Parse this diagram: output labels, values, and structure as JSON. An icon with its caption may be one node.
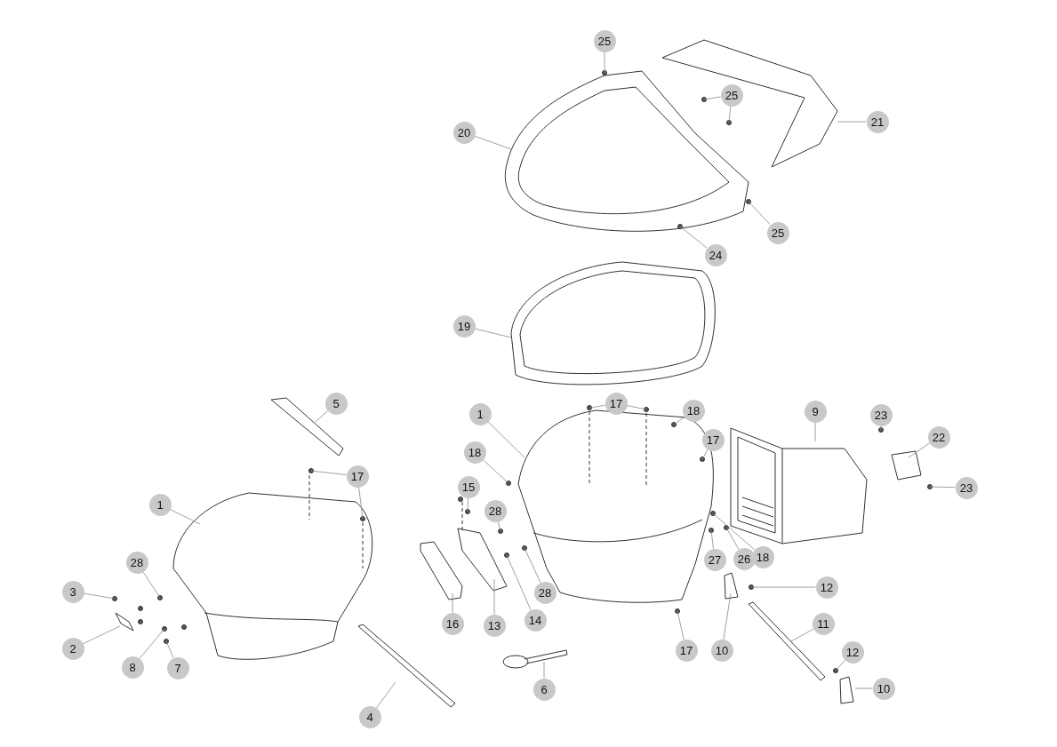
{
  "diagram": {
    "nodes": [
      {
        "text": [
          "25"
        ]
      },
      {
        "text": [
          "25"
        ]
      },
      {
        "text": [
          "21"
        ]
      },
      {
        "text": [
          "20"
        ]
      },
      {
        "text": [
          "25"
        ]
      },
      {
        "text": [
          "24"
        ]
      },
      {
        "text": [
          "19"
        ]
      },
      {
        "text": [
          "5"
        ]
      },
      {
        "text": [
          "1"
        ]
      },
      {
        "text": [
          "17"
        ]
      },
      {
        "text": [
          "18"
        ]
      },
      {
        "text": [
          "9"
        ]
      },
      {
        "text": [
          "23"
        ]
      },
      {
        "text": [
          "22"
        ]
      },
      {
        "text": [
          "17"
        ]
      },
      {
        "text": [
          "17"
        ]
      },
      {
        "text": [
          "18"
        ]
      },
      {
        "text": [
          "15"
        ]
      },
      {
        "text": [
          "28"
        ]
      },
      {
        "text": [
          "1"
        ]
      },
      {
        "text": [
          "23"
        ]
      },
      {
        "text": [
          "27"
        ]
      },
      {
        "text": [
          "26"
        ]
      },
      {
        "text": [
          "18"
        ]
      },
      {
        "text": [
          "28"
        ]
      },
      {
        "text": [
          "3"
        ]
      },
      {
        "text": [
          "12"
        ]
      },
      {
        "text": [
          "28"
        ]
      },
      {
        "text": [
          "16"
        ]
      },
      {
        "text": [
          "13"
        ]
      },
      {
        "text": [
          "14"
        ]
      },
      {
        "text": [
          "2"
        ]
      },
      {
        "text": [
          "8"
        ]
      },
      {
        "text": [
          "7"
        ]
      },
      {
        "text": [
          "11"
        ]
      },
      {
        "text": [
          "17"
        ]
      },
      {
        "text": [
          "10"
        ]
      },
      {
        "text": [
          "12"
        ]
      },
      {
        "text": [
          "4"
        ]
      },
      {
        "text": [
          "6"
        ]
      },
      {
        "text": [
          "10"
        ]
      }
    ],
    "edges": [
      {
        "from": 0,
        "to": null,
        "arrow": "none"
      },
      {
        "from": 1,
        "to": null,
        "arrow": "none"
      },
      {
        "from": 1,
        "to": null,
        "arrow": "none"
      },
      {
        "from": 2,
        "to": null,
        "arrow": "none"
      },
      {
        "from": 3,
        "to": null,
        "arrow": "none"
      },
      {
        "from": 4,
        "to": null,
        "arrow": "none"
      },
      {
        "from": 5,
        "to": null,
        "arrow": "none"
      },
      {
        "from": 6,
        "to": null,
        "arrow": "none"
      },
      {
        "from": 7,
        "to": null,
        "arrow": "none"
      },
      {
        "from": 8,
        "to": null,
        "arrow": "none"
      },
      {
        "from": 9,
        "to": null,
        "arrow": "none"
      },
      {
        "from": 9,
        "to": null,
        "arrow": "none"
      },
      {
        "from": 10,
        "to": null,
        "arrow": "none"
      },
      {
        "from": 11,
        "to": null,
        "arrow": "none"
      },
      {
        "from": 12,
        "to": null,
        "arrow": "none"
      },
      {
        "from": 13,
        "to": null,
        "arrow": "none"
      },
      {
        "from": 14,
        "to": null,
        "arrow": "none"
      },
      {
        "from": 14,
        "to": null,
        "arrow": "none"
      },
      {
        "from": 15,
        "to": null,
        "arrow": "none"
      },
      {
        "from": 16,
        "to": null,
        "arrow": "none"
      },
      {
        "from": 17,
        "to": null,
        "arrow": "none"
      },
      {
        "from": 17,
        "to": null,
        "arrow": "none"
      },
      {
        "from": 18,
        "to": null,
        "arrow": "none"
      },
      {
        "from": 19,
        "to": null,
        "arrow": "none"
      },
      {
        "from": 20,
        "to": null,
        "arrow": "none"
      },
      {
        "from": 21,
        "to": null,
        "arrow": "none"
      },
      {
        "from": 22,
        "to": null,
        "arrow": "none"
      },
      {
        "from": 23,
        "to": null,
        "arrow": "none"
      },
      {
        "from": 24,
        "to": null,
        "arrow": "none"
      },
      {
        "from": 25,
        "to": null,
        "arrow": "none"
      },
      {
        "from": 26,
        "to": null,
        "arrow": "none"
      },
      {
        "from": 27,
        "to": null,
        "arrow": "none"
      },
      {
        "from": 28,
        "to": null,
        "arrow": "none"
      },
      {
        "from": 29,
        "to": null,
        "arrow": "none"
      },
      {
        "from": 30,
        "to": null,
        "arrow": "none"
      },
      {
        "from": 31,
        "to": null,
        "arrow": "none"
      },
      {
        "from": 32,
        "to": null,
        "arrow": "none"
      },
      {
        "from": 33,
        "to": null,
        "arrow": "none"
      },
      {
        "from": 34,
        "to": null,
        "arrow": "none"
      },
      {
        "from": 35,
        "to": null,
        "arrow": "none"
      },
      {
        "from": 36,
        "to": null,
        "arrow": "none"
      },
      {
        "from": 37,
        "to": null,
        "arrow": "none"
      },
      {
        "from": 38,
        "to": null,
        "arrow": "none"
      },
      {
        "from": 39,
        "to": null,
        "arrow": "none"
      },
      {
        "from": 40,
        "to": null,
        "arrow": "none"
      }
    ]
  }
}
